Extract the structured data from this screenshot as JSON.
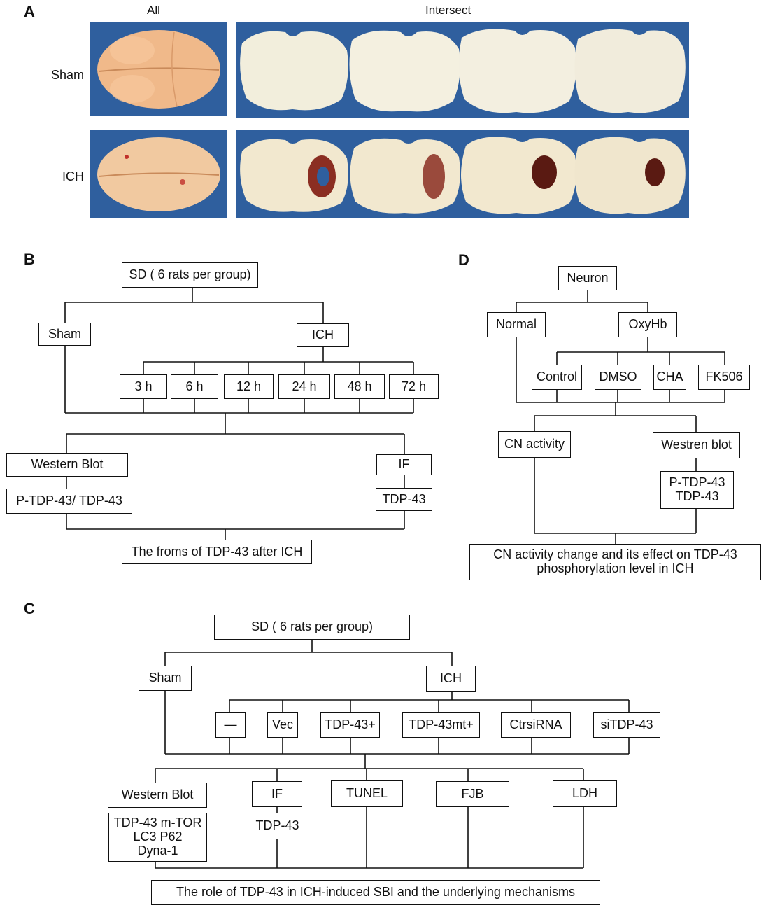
{
  "panel_a": {
    "letter": "A",
    "col_all": "All",
    "col_intersect": "Intersect",
    "row_sham": "Sham",
    "row_ich": "ICH"
  },
  "panel_b": {
    "letter": "B",
    "sd": "SD ( 6 rats per group)",
    "sham": "Sham",
    "ich": "ICH",
    "timepoints": [
      "3 h",
      "6 h",
      "12 h",
      "24 h",
      "48 h",
      "72 h"
    ],
    "western_blot": "Western  Blot",
    "wb_targets": "P-TDP-43/ TDP-43",
    "if": "IF",
    "if_target": "TDP-43",
    "outcome": "The froms of TDP-43 after ICH"
  },
  "panel_c": {
    "letter": "C",
    "sd": "SD ( 6 rats per group)",
    "sham": "Sham",
    "ich": "ICH",
    "groups": [
      "—",
      "Vec",
      "TDP-43+",
      "TDP-43mt+",
      "CtrsiRNA",
      "siTDP-43"
    ],
    "western_blot": "Western Blot",
    "wb_targets": "TDP-43 m-TOR\nLC3  P62\nDyna-1",
    "if": "IF",
    "if_target": "TDP-43",
    "tunel": "TUNEL",
    "fjb": "FJB",
    "ldh": "LDH",
    "outcome": "The role of TDP-43 in ICH-induced SBI and the underlying  mechanisms"
  },
  "panel_d": {
    "letter": "D",
    "neuron": "Neuron",
    "normal": "Normal",
    "oxyhb": "OxyHb",
    "treatments": [
      "Control",
      "DMSO",
      "CHA",
      "FK506"
    ],
    "cn_activity": "CN activity",
    "western_blot": "Westren blot",
    "wb_targets": "P-TDP-43\nTDP-43",
    "outcome": "CN activity change and its effect on TDP-43\nphosphorylation level in ICH"
  },
  "colors": {
    "tray_blue": "#2f5f9e",
    "brain_tissue": "#f2e8cf",
    "whole_brain": "#f0b98a",
    "hemorrhage": "#5a1a12"
  }
}
